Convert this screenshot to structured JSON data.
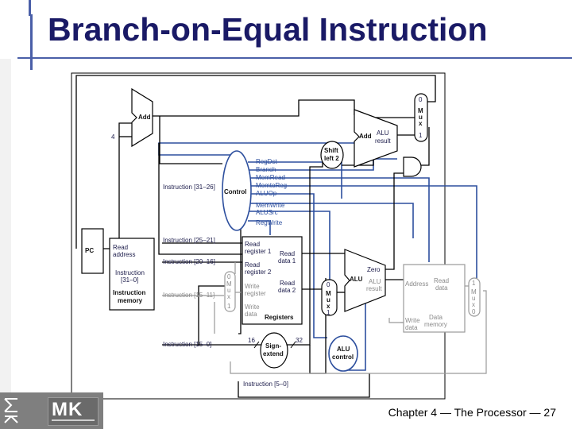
{
  "slide": {
    "title": "Branch-on-Equal Instruction",
    "footer": "Chapter 4 — The Processor — 27",
    "logo_text": "MK"
  },
  "colors": {
    "title": "#1a1a66",
    "accent": "#4a5fa8",
    "control": "#2d4f9e",
    "datapath": "#000000",
    "inactive": "#9a9a9a"
  },
  "diagram": {
    "pc": "PC",
    "add": "Add",
    "four": "4",
    "add2": "Add",
    "alu_result": "ALU\nresult",
    "shift": "Shift\nleft 2",
    "mux_labels": [
      "0",
      "M",
      "u",
      "x",
      "1"
    ],
    "control": "Control",
    "control_signals": [
      "RegDst",
      "Branch",
      "MemRead",
      "MemtoReg",
      "ALUOp",
      "MemWrite",
      "ALUSrc",
      "RegWrite"
    ],
    "instr_fields": [
      "Instruction [31–26]",
      "Instruction [25–21]",
      "Instruction [20–16]",
      "Instruction [15–11]",
      "Instruction [15–0]",
      "Instruction [5–0]"
    ],
    "imem": [
      "Read\naddress",
      "Instruction\n[31–0]",
      "Instruction\nmemory"
    ],
    "registers": [
      "Read\nregister 1",
      "Read\nregister 2",
      "Write\nregister",
      "Write\ndata",
      "Read\ndata 1",
      "Read\ndata 2",
      "Registers"
    ],
    "alu": "ALU",
    "zero": "Zero",
    "dmem": [
      "Address",
      "Read\ndata",
      "Write\ndata",
      "Data\nmemory"
    ],
    "sign_extend": "Sign-\nextend",
    "bits16": "16",
    "bits32": "32",
    "alu_control": "ALU\ncontrol"
  }
}
